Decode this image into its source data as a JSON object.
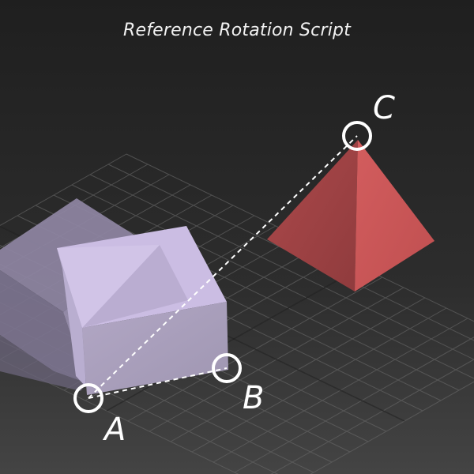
{
  "viewport": {
    "title": "Reference Rotation Script"
  },
  "points": {
    "a": {
      "label": "A"
    },
    "b": {
      "label": "B"
    },
    "c": {
      "label": "C"
    }
  },
  "colors": {
    "background_top": "#202020",
    "background_bottom": "#3e3e3e",
    "grid": "#6a6a6a",
    "box_light": "#cbbde3",
    "box_shadow": "#a89fba",
    "ghost_box": "#9a8fb0",
    "pyramid_left": "#9f4243",
    "pyramid_right": "#c85657",
    "helper_white": "#ffffff"
  },
  "objects": {
    "ghost_box": "box-ghost",
    "rotated_box": "box-rotated",
    "pyramid": "pyramid-target"
  }
}
